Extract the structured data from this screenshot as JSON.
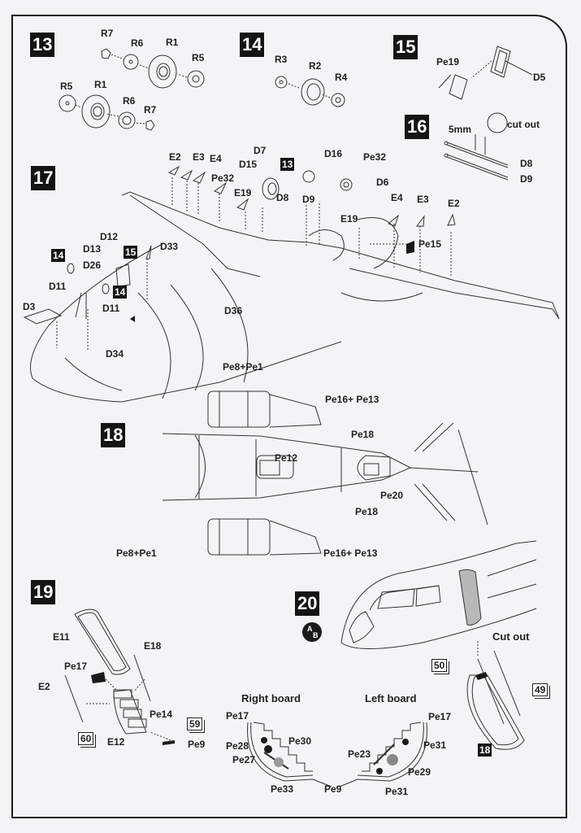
{
  "document": {
    "type": "model kit assembly instructions",
    "steps": [
      {
        "number": "13",
        "parts": [
          "R7",
          "R6",
          "R1",
          "R5",
          "R5",
          "R1",
          "R6",
          "R7"
        ]
      },
      {
        "number": "14",
        "parts": [
          "R3",
          "R2",
          "R4"
        ]
      },
      {
        "number": "15",
        "parts": [
          "Pe19",
          "D5"
        ]
      },
      {
        "number": "16",
        "dimension": "5mm",
        "note": "cut out",
        "parts": [
          "D8",
          "D9"
        ]
      },
      {
        "number": "17",
        "sub_refs": [
          "13",
          "14",
          "15",
          "14"
        ],
        "parts": [
          "E2",
          "E3",
          "E4",
          "Pe32",
          "D15",
          "D7",
          "E19",
          "D8",
          "D16",
          "Pe32",
          "D6",
          "D9",
          "E19",
          "E4",
          "E3",
          "E2",
          "Pe15",
          "D12",
          "D13",
          "D26",
          "D33",
          "D11",
          "D11",
          "D3",
          "D34",
          "D36",
          "Pe8+Pe1"
        ]
      },
      {
        "number": "18",
        "parts": [
          "Pe16+ Pe13",
          "Pe18",
          "Pe12",
          "Pe20",
          "Pe18",
          "Pe8+Pe1",
          "Pe16+ Pe13"
        ]
      },
      {
        "number": "19",
        "parts": [
          "E11",
          "E18",
          "Pe17",
          "E2",
          "Pe14",
          "E12",
          "Pe9"
        ],
        "color_refs": [
          "59",
          "60"
        ]
      },
      {
        "number": "20",
        "variant_badge": {
          "top": "A",
          "bottom": "B"
        },
        "note": "Cut out",
        "color_refs": [
          "50",
          "49"
        ],
        "sub_ref": "18",
        "right_board": {
          "title": "Right board",
          "parts": [
            "Pe17",
            "Pe28",
            "Pe30",
            "Pe27",
            "Pe33",
            "Pe9"
          ]
        },
        "left_board": {
          "title": "Left board",
          "parts": [
            "Pe17",
            "Pe31",
            "Pe23",
            "Pe29",
            "Pe31"
          ]
        }
      }
    ]
  },
  "colors": {
    "paper": "#f4f4f6",
    "ink": "#1a1a1a",
    "step_box": "#141414",
    "step_text": "#ffffff",
    "cutout_fill": "#b8b8b8"
  }
}
